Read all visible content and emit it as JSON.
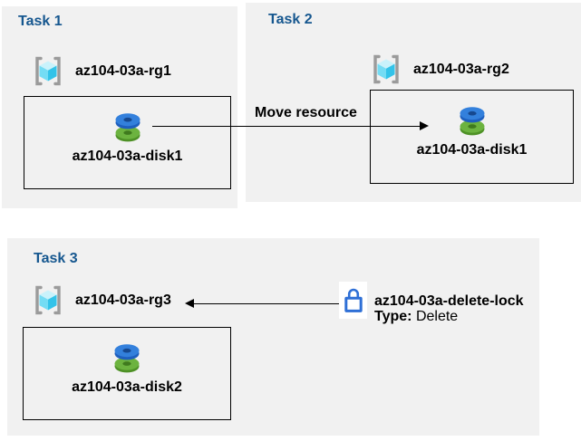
{
  "tasks": [
    {
      "title": "Task 1",
      "resource_group": "az104-03a-rg1",
      "resource": "az104-03a-disk1"
    },
    {
      "title": "Task 2",
      "resource_group": "az104-03a-rg2",
      "resource": "az104-03a-disk1"
    },
    {
      "title": "Task 3",
      "resource_group": "az104-03a-rg3",
      "resource": "az104-03a-disk2"
    }
  ],
  "arrow": {
    "label": "Move resource"
  },
  "lock": {
    "name": "az104-03a-delete-lock",
    "type_label": "Type:",
    "type_value": "Delete"
  },
  "icons": {
    "resource_group": "resource-group-icon",
    "disk": "disk-icon",
    "lock": "lock-icon"
  },
  "colors": {
    "panel_bg": "#F1F1F1",
    "title_blue": "#16578F",
    "lock_blue": "#2E6FD6",
    "disk_blue": "#3380DC",
    "disk_green": "#6CB33F",
    "cube_cyan": "#33C3E9",
    "bracket_gray": "#9B9B9B",
    "arrow_black": "#000000"
  }
}
